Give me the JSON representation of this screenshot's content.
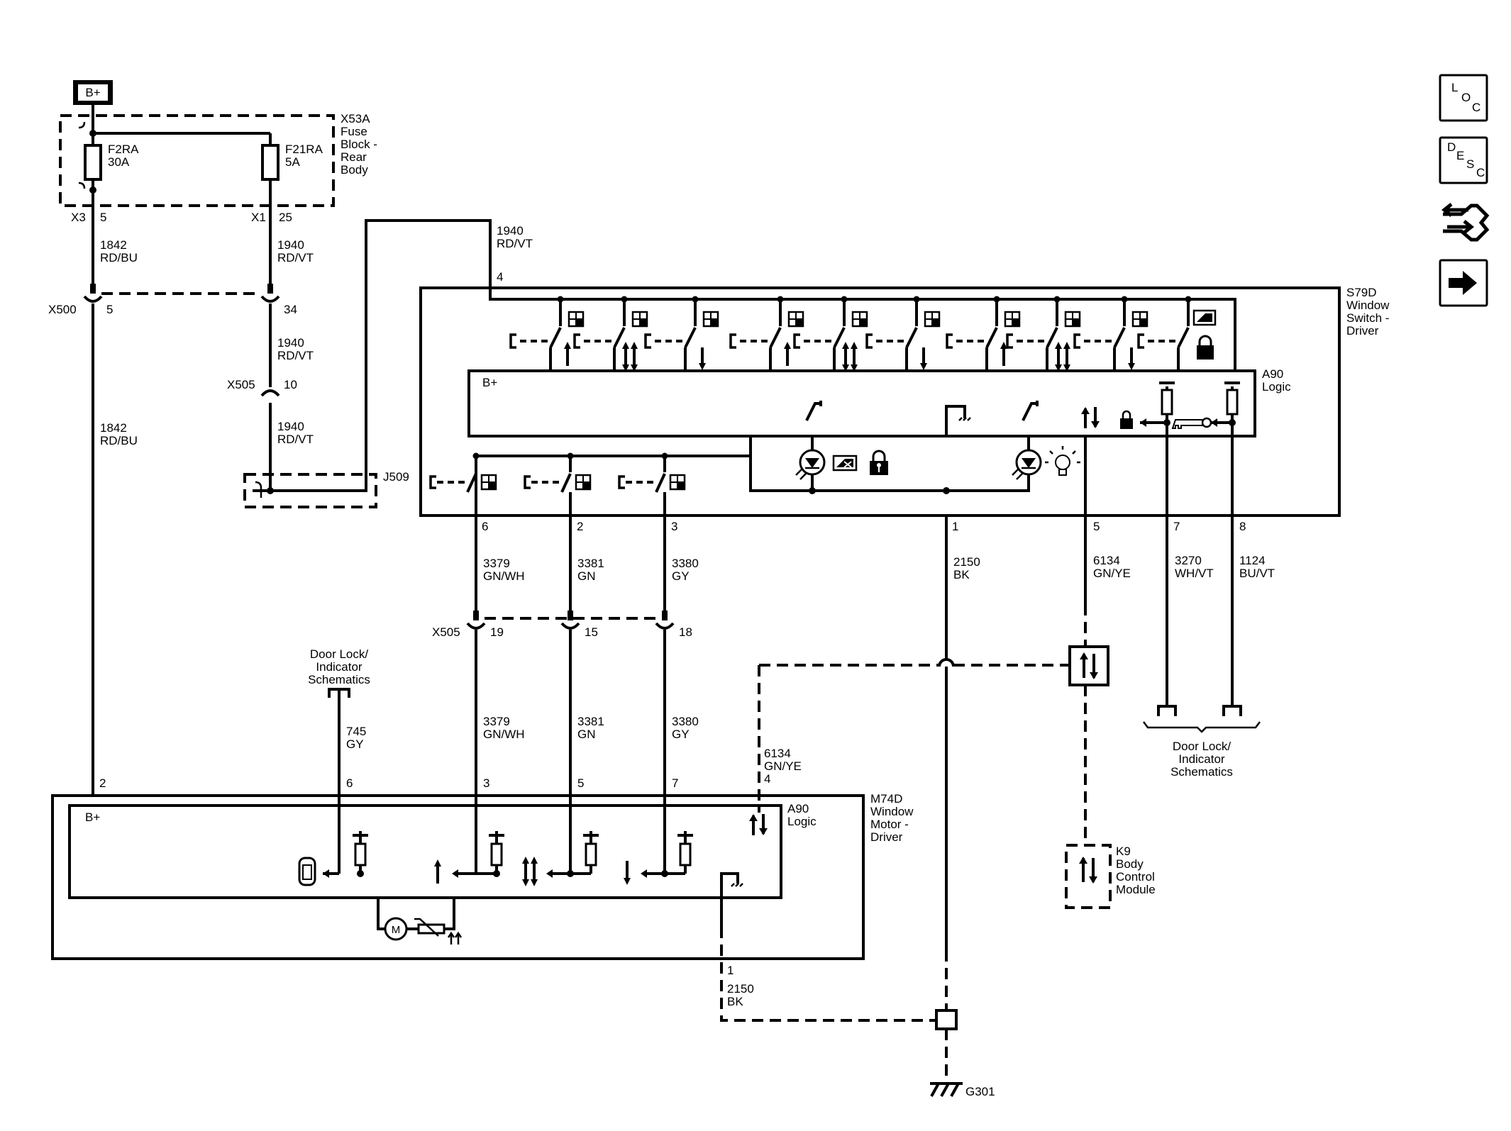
{
  "power": {
    "label": "B+"
  },
  "fuse_block": {
    "ref": "X53A",
    "name_lines": [
      "Fuse",
      "Block -",
      "Rear",
      "Body"
    ],
    "fuse1": {
      "name": "F2RA",
      "rating": "30A"
    },
    "fuse2": {
      "name": "F21RA",
      "rating": "5A"
    },
    "conn1": "X3",
    "pin1": "5",
    "conn2": "X1",
    "pin2": "25"
  },
  "wires": {
    "w1842": {
      "circuit": "1842",
      "color": "RD/BU"
    },
    "w1940": {
      "circuit": "1940",
      "color": "RD/VT"
    },
    "w3379": {
      "circuit": "3379",
      "color": "GN/WH"
    },
    "w3381": {
      "circuit": "3381",
      "color": "GN"
    },
    "w3380": {
      "circuit": "3380",
      "color": "GY"
    },
    "w2150": {
      "circuit": "2150",
      "color": "BK"
    },
    "w6134": {
      "circuit": "6134",
      "color": "GN/YE"
    },
    "w3270": {
      "circuit": "3270",
      "color": "WH/VT"
    },
    "w1124": {
      "circuit": "1124",
      "color": "BU/VT"
    },
    "w745": {
      "circuit": "745",
      "color": "GY"
    }
  },
  "connectors": {
    "x500": {
      "name": "X500",
      "pin_a": "5",
      "pin_b": "34"
    },
    "x505_top": {
      "name": "X505",
      "pin": "10"
    },
    "x505_bottom": {
      "name": "X505",
      "pins": [
        "19",
        "15",
        "18"
      ]
    },
    "j509": {
      "name": "J509"
    }
  },
  "switch_module": {
    "ref": "S79D",
    "name_lines": [
      "Window",
      "Switch -",
      "Driver"
    ],
    "logic": {
      "ref": "A90",
      "name": "Logic",
      "bplus": "B+"
    },
    "input_pin": "4",
    "pins": [
      "6",
      "2",
      "3",
      "1",
      "5",
      "7",
      "8"
    ]
  },
  "motor_module": {
    "ref": "M74D",
    "name_lines": [
      "Window",
      "Motor -",
      "Driver"
    ],
    "logic": {
      "ref": "A90",
      "name": "Logic",
      "bplus": "B+"
    },
    "pins": [
      "2",
      "6",
      "3",
      "5",
      "7",
      "4",
      "1"
    ],
    "motor_symbol": "M"
  },
  "references": {
    "door_lock_left": [
      "Door Lock/",
      "Indicator",
      "Schematics"
    ],
    "door_lock_right": [
      "Door Lock/",
      "Indicator",
      "Schematics"
    ]
  },
  "bcm": {
    "ref": "K9",
    "name_lines": [
      "Body",
      "Control",
      "Module"
    ]
  },
  "ground": {
    "name": "G301"
  },
  "nav": {
    "loc": {
      "letters": [
        "L",
        "O",
        "C"
      ]
    },
    "desc": {
      "letters": [
        "D",
        "E",
        "S",
        "C"
      ]
    },
    "connector_icon": "connector-end-view-icon",
    "next_icon": "next-arrow-icon"
  }
}
